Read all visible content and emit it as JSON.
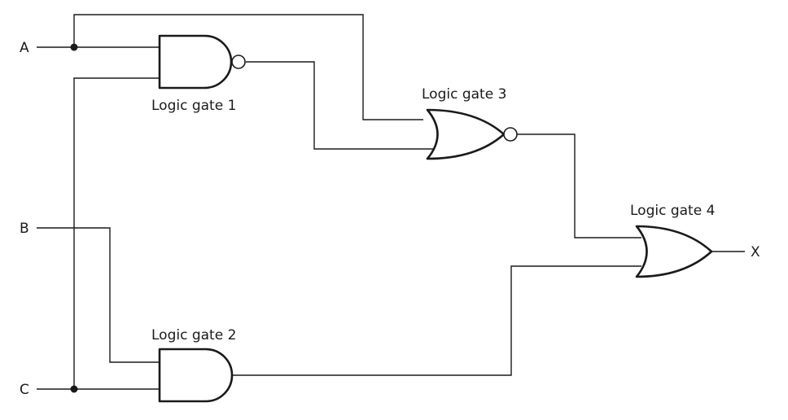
{
  "inputs": {
    "a": "A",
    "b": "B",
    "c": "C"
  },
  "output": {
    "x": "X"
  },
  "gates": {
    "gate1": {
      "label": "Logic gate 1",
      "type": "NAND"
    },
    "gate2": {
      "label": "Logic gate 2",
      "type": "AND"
    },
    "gate3": {
      "label": "Logic gate 3",
      "type": "NOR"
    },
    "gate4": {
      "label": "Logic gate 4",
      "type": "OR"
    }
  },
  "colors": {
    "ink": "#1a1a1a",
    "background": "#ffffff"
  }
}
